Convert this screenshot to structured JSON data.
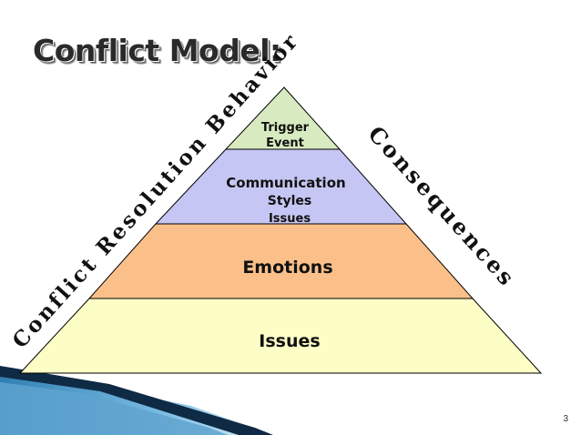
{
  "title": "Conflict Model:",
  "left_side_label": "Conflict Resolution Behavior",
  "right_side_label": "Consequences",
  "levels": [
    {
      "lines": [
        "Trigger",
        "Event"
      ],
      "color": "#d8eac0"
    },
    {
      "lines": [
        "Communication",
        "Styles",
        "Issues"
      ],
      "color": "#c6c6f4"
    },
    {
      "lines": [
        "Emotions"
      ],
      "color": "#fbc08a"
    },
    {
      "lines": [
        "Issues"
      ],
      "color": "#fdfdc6"
    }
  ],
  "page_number": "3",
  "colors": {
    "accent_dark": "#1a3a5c",
    "accent_blue": "#5fa3cf"
  }
}
